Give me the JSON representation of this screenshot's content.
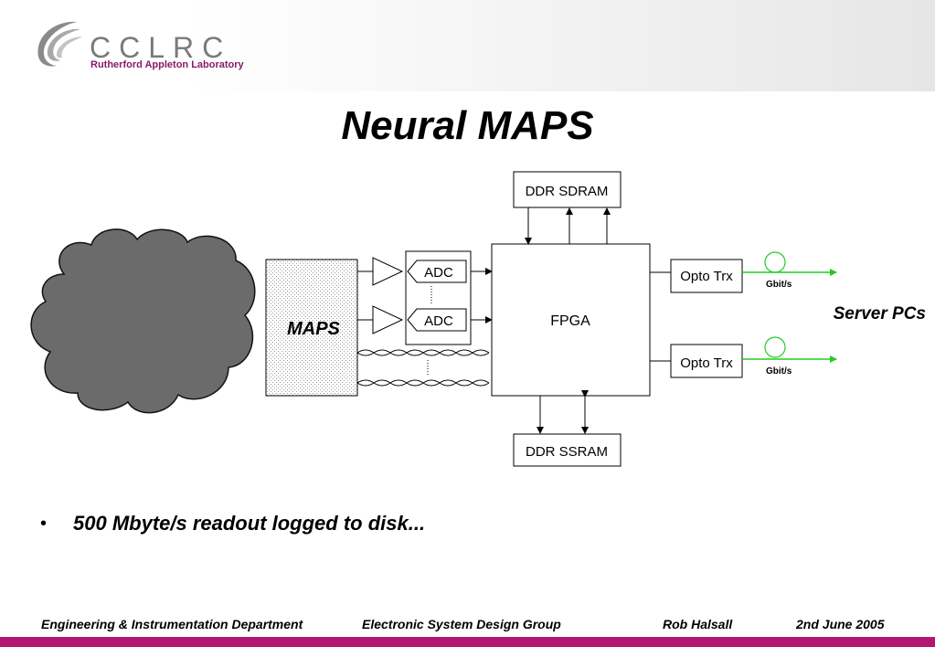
{
  "header": {
    "logo_text": "CCLRC",
    "logo_subtitle": "Rutherford Appleton Laboratory"
  },
  "slide": {
    "title": "Neural MAPS"
  },
  "diagram": {
    "maps_label": "MAPS",
    "adc_top": "ADC",
    "adc_bottom": "ADC",
    "fpga": "FPGA",
    "ddr_sdram": "DDR SDRAM",
    "ddr_ssram": "DDR SSRAM",
    "opto_top": "Opto Trx",
    "opto_bottom": "Opto Trx",
    "link_top": "Gbit/s",
    "link_bottom": "Gbit/s",
    "server_label": "Server PCs"
  },
  "bullets": [
    "500 Mbyte/s readout logged to disk..."
  ],
  "footer": {
    "department": "Engineering & Instrumentation Department",
    "group": "Electronic System Design Group",
    "author": "Rob Halsall",
    "date": "2nd June 2005"
  },
  "colors": {
    "accent": "#b0196f",
    "cloud": "#6b6b6b",
    "link": "#22cc22"
  }
}
